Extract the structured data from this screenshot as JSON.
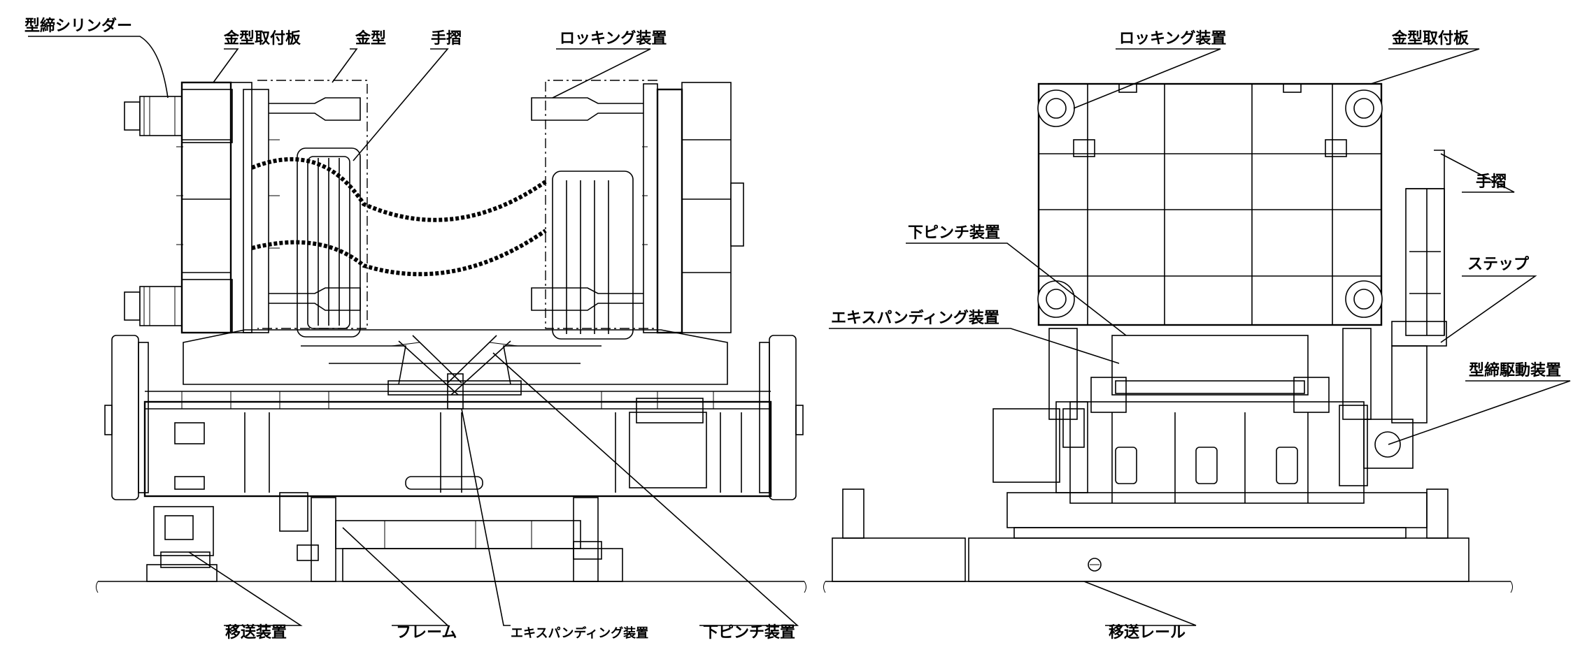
{
  "labels": {
    "mold_clamp_cylinder": "型締シリンダー",
    "mold_plate_left": "金型取付板",
    "mold": "金型",
    "handrail_left": "手摺",
    "locking_device_left": "ロッキング装置",
    "transfer_device": "移送装置",
    "frame": "フレーム",
    "expanding_device_left": "エキスパンディング装置",
    "lower_pinch_device_left": "下ピンチ装置",
    "locking_device_right": "ロッキング装置",
    "mold_plate_right": "金型取付板",
    "handrail_right": "手摺",
    "lower_pinch_device_right": "下ピンチ装置",
    "step": "ステップ",
    "expanding_device_right": "エキスパンディング装置",
    "mold_clamp_drive": "型締駆動装置",
    "transfer_rail": "移送レール"
  },
  "colors": {
    "ink": "#000000",
    "paper": "#ffffff"
  }
}
